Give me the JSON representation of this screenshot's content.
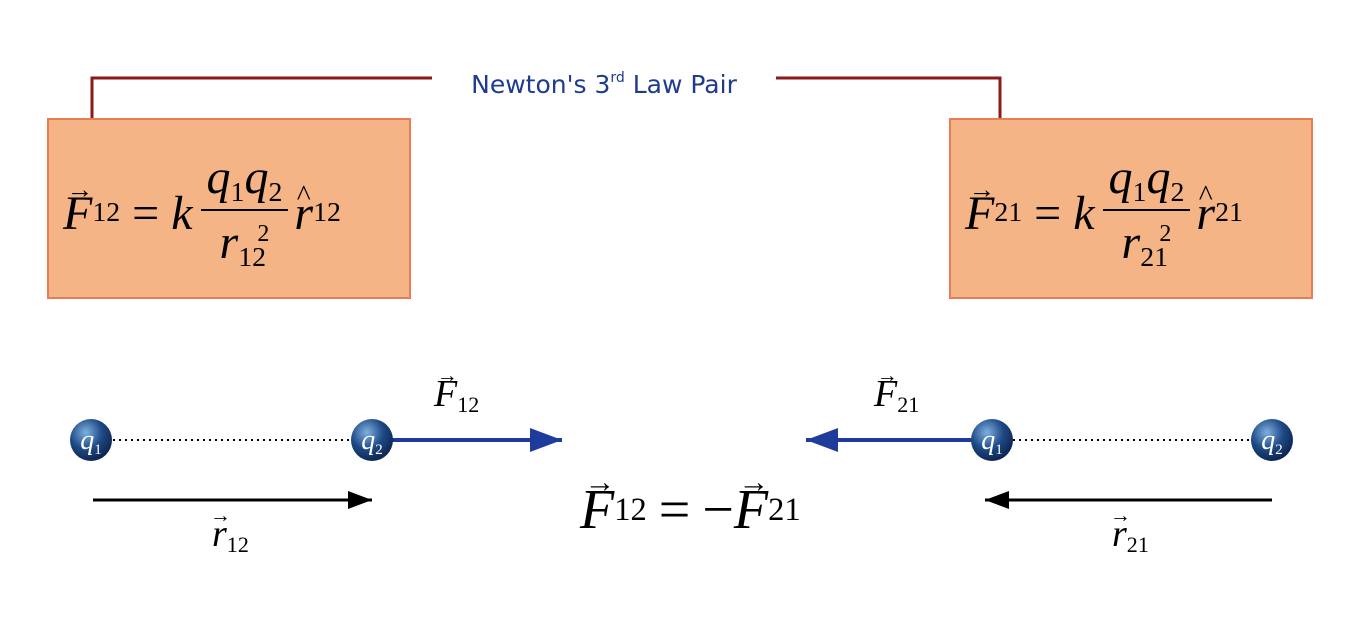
{
  "title": {
    "text": "Newton's 3",
    "sup": "rd",
    "rest": " Law Pair"
  },
  "colors": {
    "box_fill": "#f4b486",
    "box_border": "#e67d55",
    "bracket": "#8b1a1a",
    "title_text": "#1f3c8c",
    "force_arrow": "#1f3c9c",
    "charge_sphere": "#1e4a86"
  },
  "equation_left": {
    "F": "F",
    "F_sub": "12",
    "eq": "=",
    "k": "k",
    "q1": "q",
    "q1_sub": "1",
    "q2": "q",
    "q2_sub": "2",
    "r": "r",
    "r_sub": "12",
    "r_sup": "2",
    "rhat": "r",
    "rhat_sub": "12"
  },
  "equation_right": {
    "F": "F",
    "F_sub": "21",
    "eq": "=",
    "k": "k",
    "q1": "q",
    "q1_sub": "1",
    "q2": "q",
    "q2_sub": "2",
    "r": "r",
    "r_sub": "21",
    "r_sup": "2",
    "rhat": "r",
    "rhat_sub": "21"
  },
  "diagram_left": {
    "charge_a": {
      "label": "q",
      "sub": "1"
    },
    "charge_b": {
      "label": "q",
      "sub": "2"
    },
    "force_label": {
      "F": "F",
      "sub": "12"
    },
    "r_label": {
      "r": "r",
      "sub": "12"
    }
  },
  "diagram_right": {
    "charge_a": {
      "label": "q",
      "sub": "1"
    },
    "charge_b": {
      "label": "q",
      "sub": "2"
    },
    "force_label": {
      "F": "F",
      "sub": "21"
    },
    "r_label": {
      "r": "r",
      "sub": "21"
    }
  },
  "center_equation": {
    "lhs": "F",
    "lhs_sub": "12",
    "eq": "=",
    "neg": "−",
    "rhs": "F",
    "rhs_sub": "21"
  }
}
